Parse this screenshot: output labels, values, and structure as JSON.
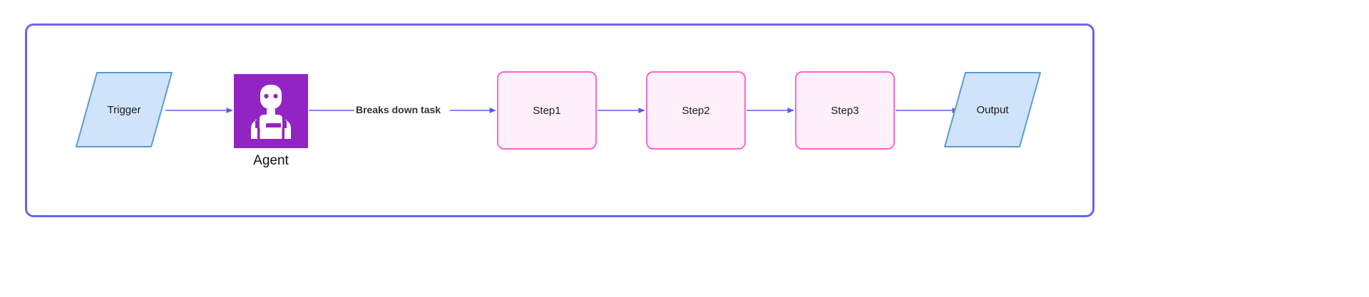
{
  "diagram": {
    "type": "agent-task-breakdown-flow",
    "frame": {
      "border_color": "#6c63f7"
    },
    "nodes": {
      "trigger": {
        "label": "Trigger",
        "shape": "parallelogram",
        "fill": "#cfe4fb",
        "stroke": "#5b9bd5"
      },
      "agent": {
        "label": "Agent",
        "shape": "icon-square",
        "fill": "#9324c4",
        "icon": "robot-icon"
      },
      "step1": {
        "label": "Step1",
        "shape": "rounded-rect",
        "fill": "#fff0fb",
        "stroke": "#ff66cc"
      },
      "step2": {
        "label": "Step2",
        "shape": "rounded-rect",
        "fill": "#fff0fb",
        "stroke": "#ff66cc"
      },
      "step3": {
        "label": "Step3",
        "shape": "rounded-rect",
        "fill": "#fff0fb",
        "stroke": "#ff66cc"
      },
      "output": {
        "label": "Output",
        "shape": "parallelogram",
        "fill": "#cfe4fb",
        "stroke": "#5b9bd5"
      }
    },
    "edges": [
      {
        "from": "trigger",
        "to": "agent",
        "label": ""
      },
      {
        "from": "agent",
        "to": "step1",
        "label": "Breaks down task"
      },
      {
        "from": "step1",
        "to": "step2",
        "label": ""
      },
      {
        "from": "step2",
        "to": "step3",
        "label": ""
      },
      {
        "from": "step3",
        "to": "output",
        "label": ""
      }
    ],
    "edge_color": "#5b5bf0"
  }
}
